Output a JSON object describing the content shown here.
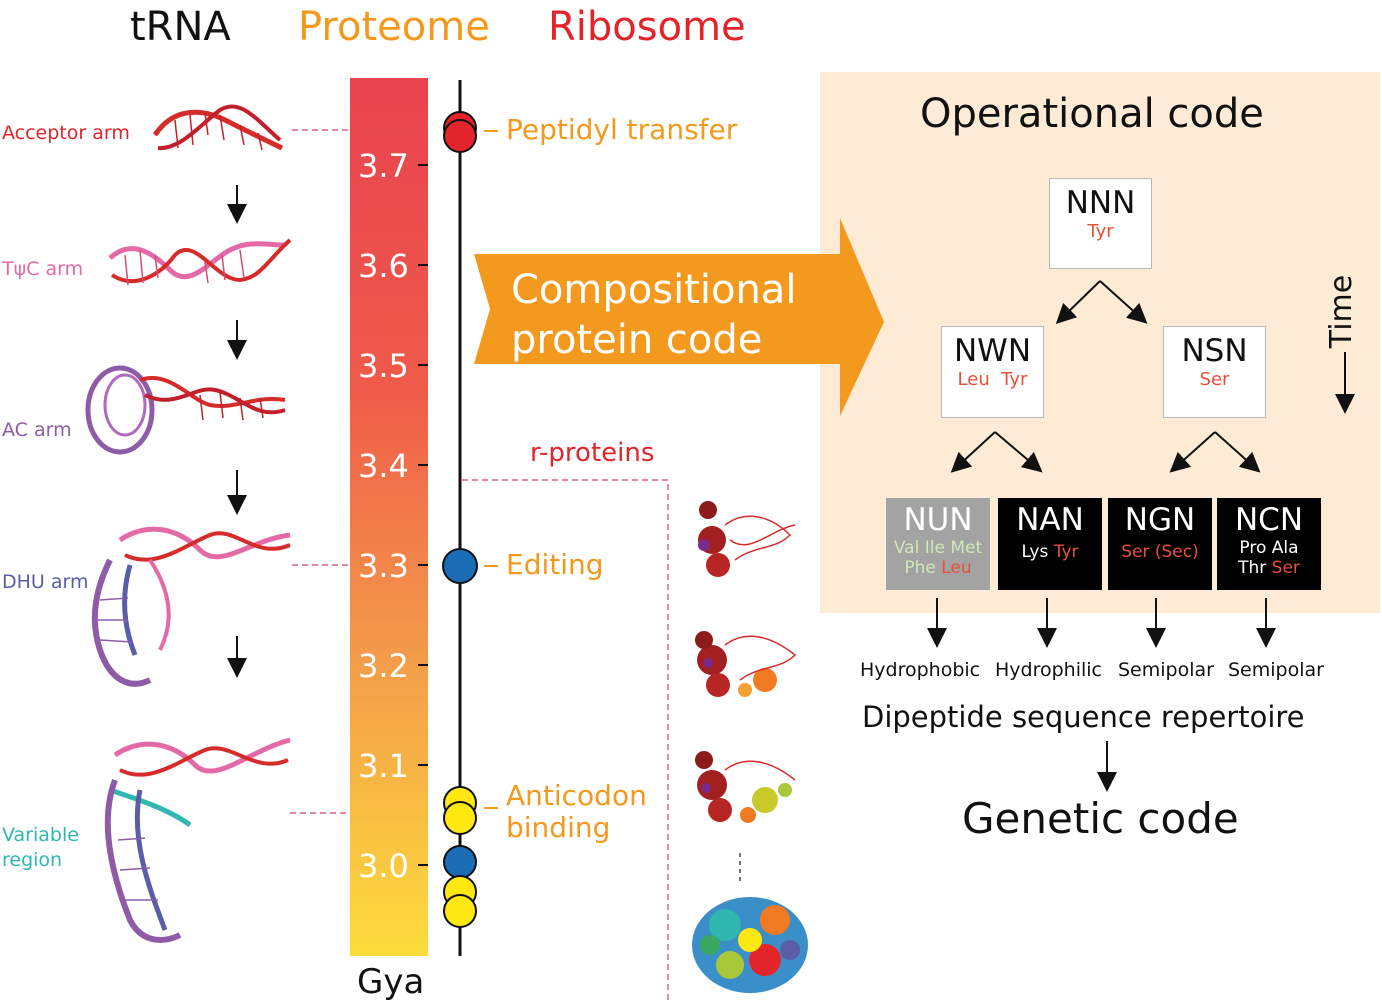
{
  "headers": {
    "trna": "tRNA",
    "proteome": "Proteome",
    "ribosome": "Ribosome"
  },
  "colors": {
    "trna": "#111111",
    "proteome": "#f39a1e",
    "ribosome": "#e3242b",
    "editing_dot": "#1a6db5",
    "binding_dot": "#ffe812",
    "transfer_dot": "#e3242b"
  },
  "trna_arms": [
    {
      "label": "Acceptor arm",
      "color": "#e3242b"
    },
    {
      "label": "TψC arm",
      "color": "#e36aa6"
    },
    {
      "label": "AC arm",
      "color": "#8e5ba6"
    },
    {
      "label": "DHU arm",
      "color": "#5b5ea6"
    },
    {
      "label": "Variable\nregion",
      "color": "#2fb7b0"
    }
  ],
  "timescale": {
    "unit": "Gya",
    "ticks": [
      "3.7",
      "3.6",
      "3.5",
      "3.4",
      "3.3",
      "3.2",
      "3.1",
      "3.0"
    ]
  },
  "events": {
    "peptidyl": "Peptidyl transfer",
    "editing": "Editing",
    "anticodon1": "Anticodon",
    "anticodon2": "binding",
    "rproteins": "r-proteins"
  },
  "big_arrow": {
    "line1": "Compositional",
    "line2": "protein code"
  },
  "operational": {
    "title": "Operational code",
    "time_label": "Time",
    "root": {
      "code": "NNN",
      "aa": "Tyr"
    },
    "mid_left": {
      "code": "NWN",
      "aa": "Leu  Tyr"
    },
    "mid_right": {
      "code": "NSN",
      "aa": "Ser"
    },
    "leaves": [
      {
        "code": "NUN",
        "aa1": "Val Ile Met",
        "aa2a": "Phe ",
        "aa2b": "Leu",
        "prop": "Hydrophobic"
      },
      {
        "code": "NAN",
        "aa1a": "Lys ",
        "aa1b": "Tyr",
        "prop": "Hydrophilic"
      },
      {
        "code": "NGN",
        "aa1": "Ser (Sec)",
        "prop": "Semipolar"
      },
      {
        "code": "NCN",
        "aa1": "Pro Ala",
        "aa2a": "Thr ",
        "aa2b": "Ser",
        "prop": "Semipolar"
      }
    ]
  },
  "repertoire": "Dipeptide sequence repertoire",
  "genetic_code": "Genetic code"
}
